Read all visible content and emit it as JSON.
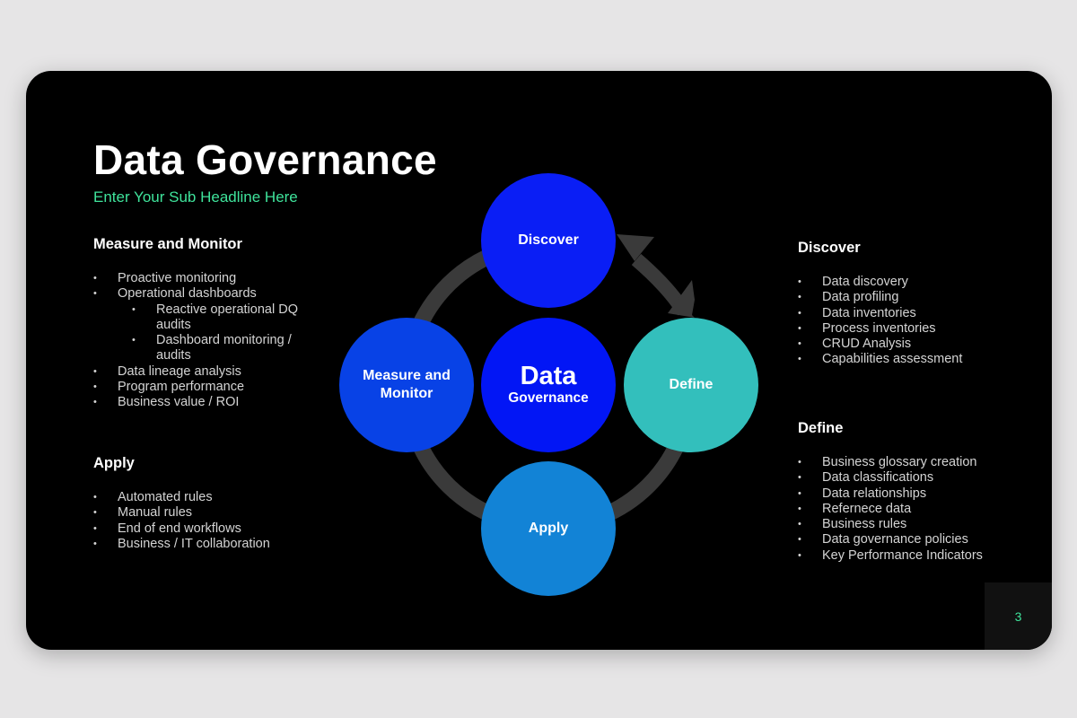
{
  "slide": {
    "title": "Data Governance",
    "subtitle": "Enter Your Sub Headline Here",
    "page_number": "3"
  },
  "colors": {
    "background": "#e6e5e6",
    "slide_bg": "#000000",
    "accent_green": "#3fe39b",
    "discover": "#0a1ef5",
    "measure": "#0842e6",
    "center": "#0216f5",
    "define": "#33bfbc",
    "apply": "#1283d6",
    "ring": "#3a3a3a"
  },
  "diagram": {
    "center": {
      "line1": "Data",
      "line2": "Governance"
    },
    "discover": {
      "label": "Discover"
    },
    "measure": {
      "line1": "Measure and",
      "line2": "Monitor"
    },
    "define": {
      "label": "Define"
    },
    "apply": {
      "label": "Apply"
    },
    "arrow_icon": "double-headed-curved-arrow"
  },
  "sections": {
    "measure": {
      "heading": "Measure and Monitor",
      "items": [
        "Proactive monitoring",
        "Operational dashboards",
        "Reactive operational DQ audits",
        "Dashboard monitoring / audits",
        "Data lineage analysis",
        "Program performance",
        "Business value / ROI"
      ]
    },
    "apply": {
      "heading": "Apply",
      "items": [
        "Automated rules",
        "Manual rules",
        "End of end workflows",
        "Business / IT collaboration"
      ]
    },
    "discover": {
      "heading": "Discover",
      "items": [
        "Data discovery",
        "Data profiling",
        "Data inventories",
        "Process inventories",
        "CRUD Analysis",
        "Capabilities assessment"
      ]
    },
    "define": {
      "heading": "Define",
      "items": [
        "Business glossary creation",
        "Data classifications",
        "Data relationships",
        "Refernece data",
        "Business rules",
        "Data governance policies",
        "Key Performance Indicators"
      ]
    }
  }
}
